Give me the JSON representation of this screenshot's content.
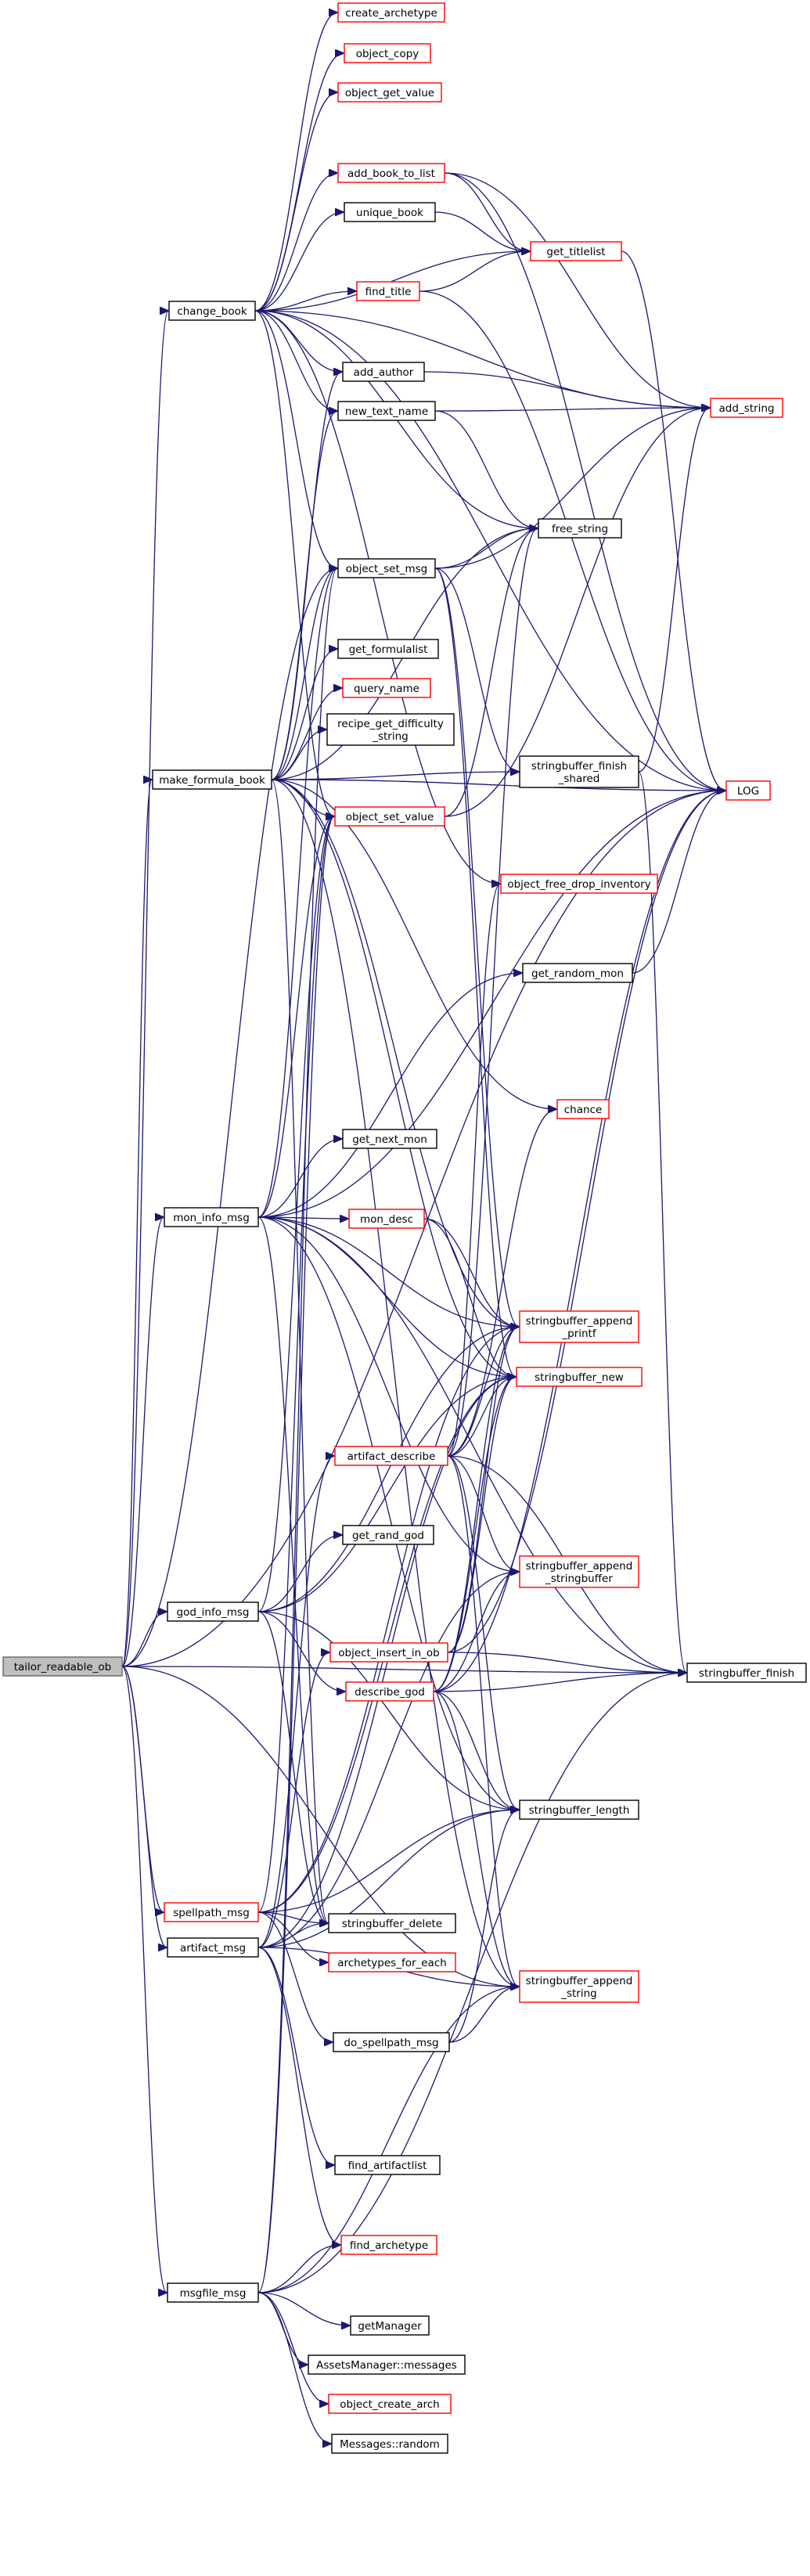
{
  "diagram": {
    "colors": {
      "edge": "#191970",
      "root_fill": "#bfbfbf",
      "root_border": "#666666",
      "plain_border": "#000000",
      "truncated_border": "#ff0000",
      "node_fill": "#ffffff"
    },
    "nodes": [
      {
        "id": "tailor_readable_ob",
        "lines": [
          "tailor_readable_ob"
        ],
        "root": true,
        "truncated": false
      },
      {
        "id": "change_book",
        "lines": [
          "change_book"
        ],
        "truncated": false
      },
      {
        "id": "make_formula_book",
        "lines": [
          "make_formula_book"
        ],
        "truncated": false
      },
      {
        "id": "mon_info_msg",
        "lines": [
          "mon_info_msg"
        ],
        "truncated": false
      },
      {
        "id": "god_info_msg",
        "lines": [
          "god_info_msg"
        ],
        "truncated": false
      },
      {
        "id": "spellpath_msg",
        "lines": [
          "spellpath_msg"
        ],
        "truncated": true
      },
      {
        "id": "artifact_msg",
        "lines": [
          "artifact_msg"
        ],
        "truncated": false
      },
      {
        "id": "msgfile_msg",
        "lines": [
          "msgfile_msg"
        ],
        "truncated": false
      },
      {
        "id": "create_archetype",
        "lines": [
          "create_archetype"
        ],
        "truncated": true
      },
      {
        "id": "object_copy",
        "lines": [
          "object_copy"
        ],
        "truncated": true
      },
      {
        "id": "object_get_value",
        "lines": [
          "object_get_value"
        ],
        "truncated": true
      },
      {
        "id": "add_book_to_list",
        "lines": [
          "add_book_to_list"
        ],
        "truncated": true
      },
      {
        "id": "unique_book",
        "lines": [
          "unique_book"
        ],
        "truncated": false
      },
      {
        "id": "find_title",
        "lines": [
          "find_title"
        ],
        "truncated": true
      },
      {
        "id": "add_author",
        "lines": [
          "add_author"
        ],
        "truncated": false
      },
      {
        "id": "new_text_name",
        "lines": [
          "new_text_name"
        ],
        "truncated": false
      },
      {
        "id": "object_set_msg",
        "lines": [
          "object_set_msg"
        ],
        "truncated": false
      },
      {
        "id": "get_formulalist",
        "lines": [
          "get_formulalist"
        ],
        "truncated": false
      },
      {
        "id": "query_name",
        "lines": [
          "query_name"
        ],
        "truncated": true
      },
      {
        "id": "recipe_get_difficulty_string",
        "lines": [
          "recipe_get_difficulty",
          "_string"
        ],
        "truncated": false
      },
      {
        "id": "object_set_value",
        "lines": [
          "object_set_value"
        ],
        "truncated": true
      },
      {
        "id": "get_next_mon",
        "lines": [
          "get_next_mon"
        ],
        "truncated": false
      },
      {
        "id": "mon_desc",
        "lines": [
          "mon_desc"
        ],
        "truncated": true
      },
      {
        "id": "artifact_describe",
        "lines": [
          "artifact_describe"
        ],
        "truncated": true
      },
      {
        "id": "get_rand_god",
        "lines": [
          "get_rand_god"
        ],
        "truncated": false
      },
      {
        "id": "object_insert_in_ob",
        "lines": [
          "object_insert_in_ob"
        ],
        "truncated": true
      },
      {
        "id": "describe_god",
        "lines": [
          "describe_god"
        ],
        "truncated": true
      },
      {
        "id": "stringbuffer_delete",
        "lines": [
          "stringbuffer_delete"
        ],
        "truncated": false
      },
      {
        "id": "archetypes_for_each",
        "lines": [
          "archetypes_for_each"
        ],
        "truncated": true
      },
      {
        "id": "do_spellpath_msg",
        "lines": [
          "do_spellpath_msg"
        ],
        "truncated": false
      },
      {
        "id": "find_artifactlist",
        "lines": [
          "find_artifactlist"
        ],
        "truncated": false
      },
      {
        "id": "find_archetype",
        "lines": [
          "find_archetype"
        ],
        "truncated": true
      },
      {
        "id": "getManager",
        "lines": [
          "getManager"
        ],
        "truncated": false
      },
      {
        "id": "AssetsManager_messages",
        "lines": [
          "AssetsManager::messages"
        ],
        "truncated": false
      },
      {
        "id": "object_create_arch",
        "lines": [
          "object_create_arch"
        ],
        "truncated": true
      },
      {
        "id": "Messages_random",
        "lines": [
          "Messages::random"
        ],
        "truncated": false
      },
      {
        "id": "get_titlelist",
        "lines": [
          "get_titlelist"
        ],
        "truncated": true
      },
      {
        "id": "free_string",
        "lines": [
          "free_string"
        ],
        "truncated": false
      },
      {
        "id": "stringbuffer_finish_shared",
        "lines": [
          "stringbuffer_finish",
          "_shared"
        ],
        "truncated": false
      },
      {
        "id": "object_free_drop_inventory",
        "lines": [
          "object_free_drop_inventory"
        ],
        "truncated": true
      },
      {
        "id": "get_random_mon",
        "lines": [
          "get_random_mon"
        ],
        "truncated": false
      },
      {
        "id": "chance",
        "lines": [
          "chance"
        ],
        "truncated": true
      },
      {
        "id": "stringbuffer_append_printf",
        "lines": [
          "stringbuffer_append",
          "_printf"
        ],
        "truncated": true
      },
      {
        "id": "stringbuffer_new",
        "lines": [
          "stringbuffer_new"
        ],
        "truncated": true
      },
      {
        "id": "stringbuffer_append_stringbuffer",
        "lines": [
          "stringbuffer_append",
          "_stringbuffer"
        ],
        "truncated": true
      },
      {
        "id": "stringbuffer_length",
        "lines": [
          "stringbuffer_length"
        ],
        "truncated": false
      },
      {
        "id": "stringbuffer_append_string",
        "lines": [
          "stringbuffer_append",
          "_string"
        ],
        "truncated": true
      },
      {
        "id": "add_string",
        "lines": [
          "add_string"
        ],
        "truncated": true
      },
      {
        "id": "LOG",
        "lines": [
          "LOG"
        ],
        "truncated": true
      },
      {
        "id": "stringbuffer_finish",
        "lines": [
          "stringbuffer_finish"
        ],
        "truncated": false
      }
    ],
    "edges": [
      [
        "tailor_readable_ob",
        "change_book"
      ],
      [
        "tailor_readable_ob",
        "make_formula_book"
      ],
      [
        "tailor_readable_ob",
        "mon_info_msg"
      ],
      [
        "tailor_readable_ob",
        "god_info_msg"
      ],
      [
        "tailor_readable_ob",
        "spellpath_msg"
      ],
      [
        "tailor_readable_ob",
        "artifact_msg"
      ],
      [
        "tailor_readable_ob",
        "msgfile_msg"
      ],
      [
        "tailor_readable_ob",
        "stringbuffer_append_string"
      ],
      [
        "tailor_readable_ob",
        "stringbuffer_finish"
      ],
      [
        "tailor_readable_ob",
        "object_set_msg"
      ],
      [
        "tailor_readable_ob",
        "LOG"
      ],
      [
        "change_book",
        "create_archetype"
      ],
      [
        "change_book",
        "object_copy"
      ],
      [
        "change_book",
        "object_get_value"
      ],
      [
        "change_book",
        "add_book_to_list"
      ],
      [
        "change_book",
        "unique_book"
      ],
      [
        "change_book",
        "get_titlelist"
      ],
      [
        "change_book",
        "find_title"
      ],
      [
        "change_book",
        "add_author"
      ],
      [
        "change_book",
        "new_text_name"
      ],
      [
        "change_book",
        "free_string"
      ],
      [
        "change_book",
        "object_set_msg"
      ],
      [
        "change_book",
        "object_set_value"
      ],
      [
        "change_book",
        "add_string"
      ],
      [
        "change_book",
        "LOG"
      ],
      [
        "change_book",
        "object_free_drop_inventory"
      ],
      [
        "add_book_to_list",
        "get_titlelist"
      ],
      [
        "add_book_to_list",
        "add_string"
      ],
      [
        "add_book_to_list",
        "LOG"
      ],
      [
        "unique_book",
        "get_titlelist"
      ],
      [
        "find_title",
        "get_titlelist"
      ],
      [
        "find_title",
        "LOG"
      ],
      [
        "get_titlelist",
        "LOG"
      ],
      [
        "add_author",
        "add_string"
      ],
      [
        "new_text_name",
        "add_string"
      ],
      [
        "new_text_name",
        "free_string"
      ],
      [
        "object_set_msg",
        "free_string"
      ],
      [
        "object_set_msg",
        "add_string"
      ],
      [
        "object_set_msg",
        "stringbuffer_finish_shared"
      ],
      [
        "object_set_msg",
        "stringbuffer_append_printf"
      ],
      [
        "object_set_msg",
        "stringbuffer_new"
      ],
      [
        "make_formula_book",
        "add_author"
      ],
      [
        "make_formula_book",
        "new_text_name"
      ],
      [
        "make_formula_book",
        "object_set_msg"
      ],
      [
        "make_formula_book",
        "get_formulalist"
      ],
      [
        "make_formula_book",
        "query_name"
      ],
      [
        "make_formula_book",
        "recipe_get_difficulty_string"
      ],
      [
        "make_formula_book",
        "object_set_value"
      ],
      [
        "make_formula_book",
        "stringbuffer_finish_shared"
      ],
      [
        "make_formula_book",
        "LOG"
      ],
      [
        "make_formula_book",
        "chance"
      ],
      [
        "make_formula_book",
        "stringbuffer_append_printf"
      ],
      [
        "make_formula_book",
        "stringbuffer_new"
      ],
      [
        "make_formula_book",
        "stringbuffer_append_string"
      ],
      [
        "make_formula_book",
        "stringbuffer_delete"
      ],
      [
        "make_formula_book",
        "free_string"
      ],
      [
        "object_set_value",
        "free_string"
      ],
      [
        "object_set_value",
        "add_string"
      ],
      [
        "stringbuffer_finish_shared",
        "add_string"
      ],
      [
        "stringbuffer_finish_shared",
        "stringbuffer_finish"
      ],
      [
        "mon_info_msg",
        "get_random_mon"
      ],
      [
        "mon_info_msg",
        "get_next_mon"
      ],
      [
        "mon_info_msg",
        "mon_desc"
      ],
      [
        "mon_info_msg",
        "stringbuffer_new"
      ],
      [
        "mon_info_msg",
        "stringbuffer_append_printf"
      ],
      [
        "mon_info_msg",
        "stringbuffer_append_stringbuffer"
      ],
      [
        "mon_info_msg",
        "stringbuffer_delete"
      ],
      [
        "mon_info_msg",
        "stringbuffer_length"
      ],
      [
        "mon_info_msg",
        "stringbuffer_finish"
      ],
      [
        "mon_info_msg",
        "object_set_msg"
      ],
      [
        "mon_info_msg",
        "object_set_value"
      ],
      [
        "mon_info_msg",
        "LOG"
      ],
      [
        "get_random_mon",
        "LOG"
      ],
      [
        "mon_desc",
        "stringbuffer_new"
      ],
      [
        "mon_desc",
        "stringbuffer_append_printf"
      ],
      [
        "god_info_msg",
        "get_rand_god"
      ],
      [
        "god_info_msg",
        "describe_god"
      ],
      [
        "god_info_msg",
        "stringbuffer_new"
      ],
      [
        "god_info_msg",
        "stringbuffer_append_printf"
      ],
      [
        "god_info_msg",
        "stringbuffer_length"
      ],
      [
        "god_info_msg",
        "stringbuffer_delete"
      ],
      [
        "god_info_msg",
        "object_set_value"
      ],
      [
        "describe_god",
        "stringbuffer_new"
      ],
      [
        "describe_god",
        "stringbuffer_append_printf"
      ],
      [
        "describe_god",
        "stringbuffer_append_stringbuffer"
      ],
      [
        "describe_god",
        "stringbuffer_length"
      ],
      [
        "describe_god",
        "stringbuffer_append_string"
      ],
      [
        "describe_god",
        "stringbuffer_finish"
      ],
      [
        "describe_god",
        "LOG"
      ],
      [
        "spellpath_msg",
        "archetypes_for_each"
      ],
      [
        "spellpath_msg",
        "do_spellpath_msg"
      ],
      [
        "spellpath_msg",
        "stringbuffer_delete"
      ],
      [
        "spellpath_msg",
        "stringbuffer_new"
      ],
      [
        "spellpath_msg",
        "stringbuffer_append_printf"
      ],
      [
        "spellpath_msg",
        "stringbuffer_length"
      ],
      [
        "spellpath_msg",
        "object_set_value"
      ],
      [
        "do_spellpath_msg",
        "stringbuffer_length"
      ],
      [
        "do_spellpath_msg",
        "stringbuffer_append_string"
      ],
      [
        "artifact_msg",
        "artifact_describe"
      ],
      [
        "artifact_msg",
        "find_artifactlist"
      ],
      [
        "artifact_msg",
        "find_archetype"
      ],
      [
        "artifact_msg",
        "stringbuffer_new"
      ],
      [
        "artifact_msg",
        "stringbuffer_delete"
      ],
      [
        "artifact_msg",
        "stringbuffer_length"
      ],
      [
        "artifact_msg",
        "stringbuffer_append_string"
      ],
      [
        "artifact_msg",
        "stringbuffer_append_stringbuffer"
      ],
      [
        "artifact_msg",
        "object_insert_in_ob"
      ],
      [
        "artifact_describe",
        "stringbuffer_new"
      ],
      [
        "artifact_describe",
        "stringbuffer_append_printf"
      ],
      [
        "artifact_describe",
        "stringbuffer_append_stringbuffer"
      ],
      [
        "artifact_describe",
        "stringbuffer_append_string"
      ],
      [
        "artifact_describe",
        "stringbuffer_finish"
      ],
      [
        "artifact_describe",
        "stringbuffer_length"
      ],
      [
        "artifact_describe",
        "object_free_drop_inventory"
      ],
      [
        "artifact_describe",
        "free_string"
      ],
      [
        "artifact_describe",
        "chance"
      ],
      [
        "object_insert_in_ob",
        "LOG"
      ],
      [
        "object_insert_in_ob",
        "stringbuffer_new"
      ],
      [
        "object_insert_in_ob",
        "stringbuffer_append_printf"
      ],
      [
        "object_insert_in_ob",
        "stringbuffer_finish"
      ],
      [
        "msgfile_msg",
        "find_archetype"
      ],
      [
        "msgfile_msg",
        "getManager"
      ],
      [
        "msgfile_msg",
        "AssetsManager_messages"
      ],
      [
        "msgfile_msg",
        "object_create_arch"
      ],
      [
        "msgfile_msg",
        "Messages_random"
      ],
      [
        "msgfile_msg",
        "stringbuffer_append_string"
      ],
      [
        "msgfile_msg",
        "stringbuffer_finish"
      ],
      [
        "msgfile_msg",
        "object_set_msg"
      ],
      [
        "msgfile_msg",
        "object_set_value"
      ]
    ]
  }
}
